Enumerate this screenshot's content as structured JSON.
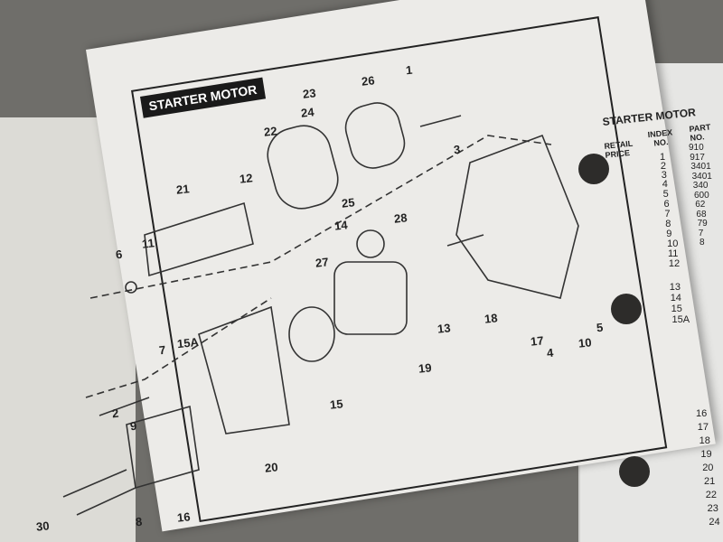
{
  "left_page": {
    "title": "STARTER MOTOR",
    "callouts": [
      "1",
      "26",
      "23",
      "24",
      "22",
      "3",
      "21",
      "12",
      "25",
      "14",
      "28",
      "11",
      "6",
      "27",
      "13",
      "18",
      "17",
      "5",
      "10",
      "4",
      "7",
      "15A",
      "2",
      "9",
      "15",
      "19",
      "20",
      "30",
      "8",
      "16"
    ]
  },
  "right_page": {
    "title": "STARTER MOTOR",
    "col_retail": "RETAIL PRICE",
    "col_index": "INDEX NO.",
    "col_part": "PART NO.",
    "index_numbers": [
      "1",
      "2",
      "3",
      "4",
      "5",
      "6",
      "7",
      "8",
      "9",
      "10",
      "11",
      "12",
      "13",
      "14",
      "15",
      "15A",
      "16",
      "17",
      "18",
      "19",
      "20",
      "21",
      "22",
      "23",
      "24"
    ],
    "part_numbers": [
      "910",
      "917",
      "3401",
      "3401",
      "340",
      "600",
      "62",
      "68",
      "79",
      "7",
      "8"
    ]
  }
}
